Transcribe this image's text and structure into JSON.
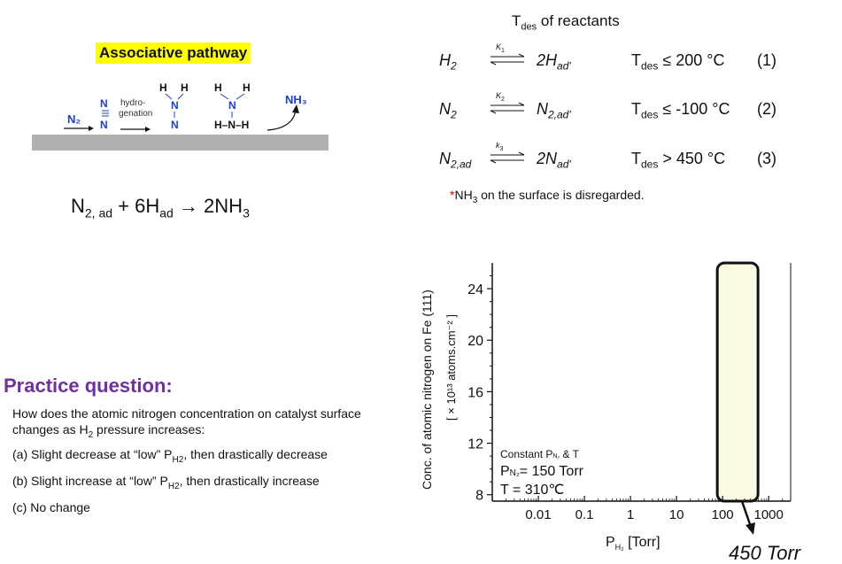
{
  "diagram": {
    "banner": "Associative pathway",
    "n2_left": "N₂",
    "n2_triple_top": "N",
    "n2_triple_bot": "N",
    "hydro_label_1": "hydro-",
    "hydro_label_2": "genation",
    "int1_h1": "H",
    "int1_h2": "H",
    "int1_n_top": "N",
    "int1_n_bot": "N",
    "int2_h1": "H",
    "int2_h2": "H",
    "int2_n_top": "N",
    "int2_bottom": "H–N–H",
    "nh3": "NH₃",
    "colors": {
      "blue": "#1a3fd6",
      "surface": "#b0b0b0"
    }
  },
  "main_reaction": {
    "n2": "N",
    "n2_sub": "2, ad",
    "plus": " + 6H",
    "h_sub": "ad",
    "arrow": " → 2NH",
    "nh3_sub": "3"
  },
  "tdes": {
    "title_t": "T",
    "title_sub": "des",
    "title_rest": " of reactants",
    "rows": [
      {
        "left": "H",
        "left_sub": "2",
        "k": "K",
        "k_sub": "1",
        "right": "2H",
        "right_sub": "ad'",
        "t": "T",
        "t_sub": "des",
        "cond": " ≤ 200 °C",
        "num": "(1)"
      },
      {
        "left": "N",
        "left_sub": "2",
        "k": "K",
        "k_sub": "2",
        "right": "N",
        "right_sub": "2,ad'",
        "t": "T",
        "t_sub": "des",
        "cond": " ≤ -100 °C",
        "num": "(2)"
      },
      {
        "left": "N",
        "left_sub": "2,ad",
        "k": "k",
        "k_sub": "3",
        "right": "2N",
        "right_sub": "ad'",
        "t": "T",
        "t_sub": "des",
        "cond": " > 450 °C",
        "num": "(3)"
      }
    ],
    "note_star": "*",
    "note_a": "NH",
    "note_sub": "3",
    "note_b": " on the surface is disregarded."
  },
  "practice": {
    "title": "Practice question:",
    "question_a": "How does the atomic nitrogen concentration on catalyst surface changes as H",
    "question_sub": "2",
    "question_b": " pressure increases:",
    "options": [
      {
        "a": "(a) Slight decrease at “low” P",
        "sub": "H2",
        "b": ", then drastically decrease"
      },
      {
        "a": "(b) Slight increase at “low” P",
        "sub": "H2",
        "b": ", then drastically increase"
      },
      {
        "a": "(c) No change",
        "sub": "",
        "b": ""
      }
    ]
  },
  "chart_data": {
    "type": "scatter",
    "ylabel_line1": "Conc. of atomic nitrogen on Fe (111)",
    "ylabel_line2": "[ × 10¹³ atoms.cm⁻² ]",
    "xlabel_p": "P",
    "xlabel_sub": "H₂",
    "xlabel_unit": " [Torr]",
    "x_scale": "log",
    "xlim": [
      0.001,
      3000
    ],
    "ylim": [
      7.5,
      26
    ],
    "x_ticks": [
      0.01,
      0.1,
      1,
      10,
      100,
      1000
    ],
    "x_tick_labels": [
      "0.01",
      "0.1",
      "1",
      "10",
      "100",
      "1000"
    ],
    "y_ticks": [
      8,
      12,
      16,
      20,
      24
    ],
    "y_tick_labels": [
      "8",
      "12",
      "16",
      "20",
      "24"
    ],
    "annot_1": "Constant P",
    "annot_1_sub": "N₂",
    "annot_1_end": " & T",
    "annot_2": "P",
    "annot_2_sub": "N₂",
    "annot_2_end": "= 150 Torr",
    "annot_3": "T = 310℃",
    "highlight_range": [
      100,
      450
    ],
    "highlight_color": "#fbfbe4",
    "callout": "450 Torr",
    "series": []
  }
}
